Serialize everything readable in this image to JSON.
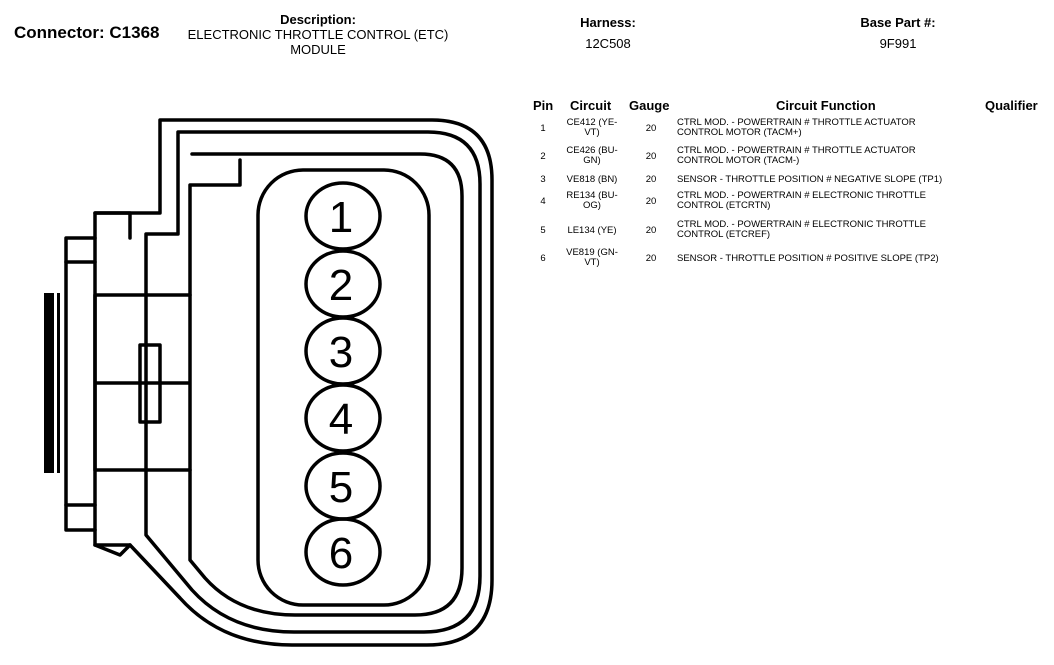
{
  "connector": {
    "label": "Connector: C1368"
  },
  "description": {
    "heading": "Description:",
    "line1": "ELECTRONIC THROTTLE CONTROL (ETC)",
    "line2": "MODULE"
  },
  "harness": {
    "heading": "Harness:",
    "value": "12C508"
  },
  "base_part": {
    "heading": "Base Part #:",
    "value": "9F991"
  },
  "table": {
    "headers": {
      "pin": "Pin",
      "circuit": "Circuit",
      "gauge": "Gauge",
      "function": "Circuit Function",
      "qualifier": "Qualifier"
    },
    "rows": [
      {
        "pin": "1",
        "circuit1": "CE412 (YE-",
        "circuit2": "VT)",
        "gauge": "20",
        "func1": "CTRL MOD. - POWERTRAIN # THROTTLE ACTUATOR",
        "func2": "CONTROL MOTOR (TACM+)"
      },
      {
        "pin": "2",
        "circuit1": "CE426 (BU-",
        "circuit2": "GN)",
        "gauge": "20",
        "func1": "CTRL MOD. - POWERTRAIN # THROTTLE ACTUATOR",
        "func2": "CONTROL MOTOR (TACM-)"
      },
      {
        "pin": "3",
        "circuit1": "VE818 (BN)",
        "circuit2": "",
        "gauge": "20",
        "func1": "SENSOR - THROTTLE POSITION # NEGATIVE SLOPE (TP1)",
        "func2": ""
      },
      {
        "pin": "4",
        "circuit1": "RE134 (BU-",
        "circuit2": "OG)",
        "gauge": "20",
        "func1": "CTRL MOD. - POWERTRAIN # ELECTRONIC THROTTLE",
        "func2": "CONTROL (ETCRTN)"
      },
      {
        "pin": "5",
        "circuit1": "LE134 (YE)",
        "circuit2": "",
        "gauge": "20",
        "func1": "CTRL MOD. - POWERTRAIN # ELECTRONIC THROTTLE",
        "func2": "CONTROL (ETCREF)"
      },
      {
        "pin": "6",
        "circuit1": "VE819 (GN-",
        "circuit2": "VT)",
        "gauge": "20",
        "func1": "SENSOR - THROTTLE POSITION # POSITIVE SLOPE (TP2)",
        "func2": ""
      }
    ]
  },
  "pin_labels": [
    "1",
    "2",
    "3",
    "4",
    "5",
    "6"
  ]
}
